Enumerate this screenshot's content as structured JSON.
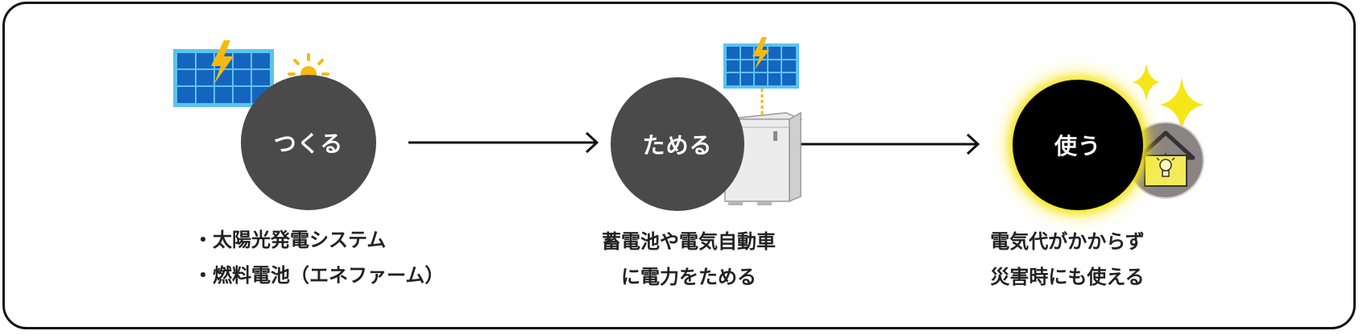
{
  "steps": {
    "make": {
      "label": "つくる",
      "items": [
        "太陽光発電システム",
        "燃料電池（エネファーム）"
      ],
      "icons": [
        "solar-panel",
        "sun"
      ]
    },
    "store": {
      "label": "ためる",
      "description": [
        "蓄電池や電気自動車",
        "に電力をためる"
      ],
      "icons": [
        "solar-panel",
        "storage-battery"
      ]
    },
    "use": {
      "label": "使う",
      "description": [
        "電気代がかからず",
        "災害時にも使える"
      ],
      "icons": [
        "sparkle",
        "house-with-lightbulb"
      ]
    }
  },
  "colors": {
    "circle": "#4a4a4a",
    "use_circle": "#000000",
    "glow": "#f5e61a",
    "panel_blue": "#1565c0",
    "panel_frame": "#5bc3ee",
    "accent_yellow": "#f6b912"
  }
}
